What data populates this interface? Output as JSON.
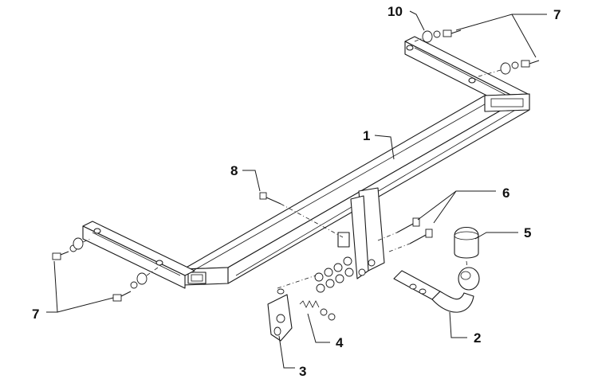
{
  "diagram": {
    "callouts": {
      "c1": "1",
      "c2": "2",
      "c3": "3",
      "c4": "4",
      "c5": "5",
      "c6": "6",
      "c7_top": "7",
      "c7_bottom": "7",
      "c8": "8",
      "c10": "10"
    }
  }
}
